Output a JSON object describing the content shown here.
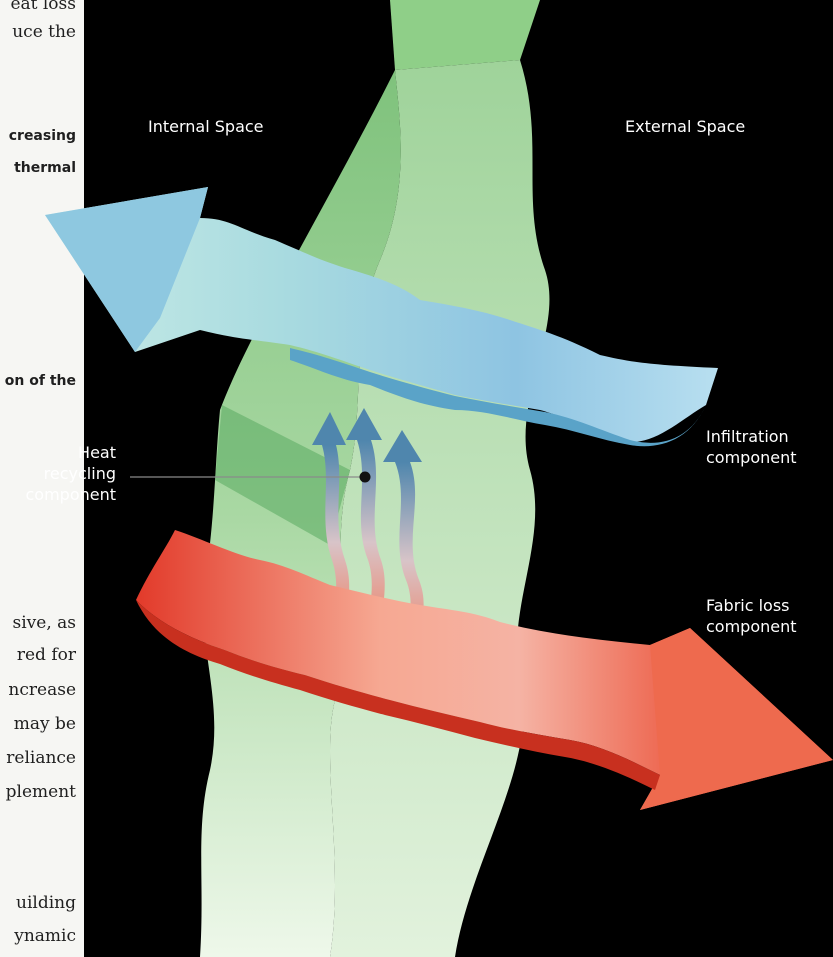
{
  "page_fragments": [
    "eat loss",
    "uce the",
    "creasing",
    "thermal",
    "on of the",
    "sive, as",
    "red for",
    "ncrease",
    "may be",
    "reliance",
    "plement",
    "uilding",
    "ynamic"
  ],
  "labels": {
    "internal_space": "Internal Space",
    "external_space": "External Space",
    "heat_recycling": [
      "Heat",
      "recycling",
      "component"
    ],
    "infiltration": [
      "Infiltration",
      "component"
    ],
    "fabric_loss": [
      "Fabric loss",
      "component"
    ]
  },
  "colors": {
    "background": "#000000",
    "wall_green": "#8fcb8a",
    "infiltration_blue": "#8ec8e0",
    "fabric_red": "#ea4a35",
    "page_paper": "#f6f6f3"
  }
}
